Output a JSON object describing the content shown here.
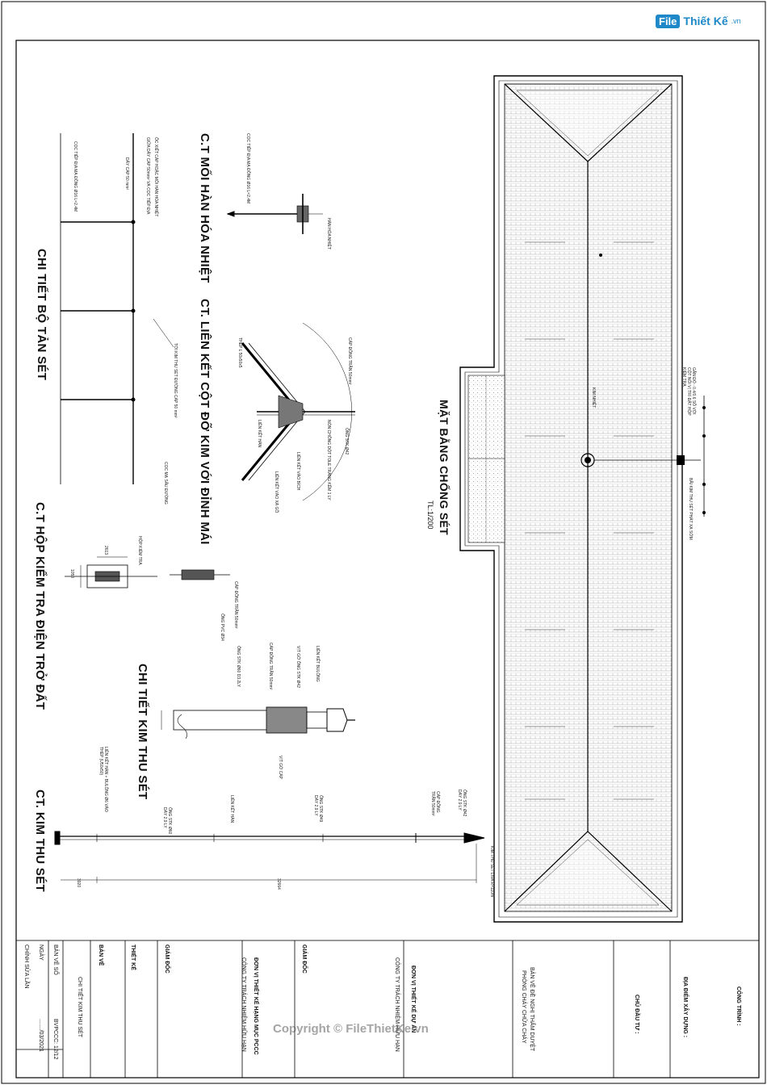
{
  "logo": {
    "brand": "File",
    "name": "Thiết Kế",
    "domain": ".vn"
  },
  "watermark": "Copyright © FileThietKe.vn",
  "plan": {
    "title": "MẶT BẰNG CHỐNG SÉT",
    "scale": "TL:1/200",
    "label_main_conductor": "KIM NHIỆT",
    "label_test_box": "GẮN ĐỔ - 0.4/0.6 SỐ VỚI CỘT NỐI VỊ TRÍ ĐẶT HỘP KIỂM TRA",
    "label_ground": "BÃI KIM THU SÉT PHÁT XẠ SỚM"
  },
  "details": {
    "needle": {
      "title": "CT. KIM THU SÉT",
      "labels": [
        "KIM THU SÉT LIVA R=110m",
        "ỐNG STK Ø42 DÀY 2.9 LY",
        "CÁP ĐỒNG TRẦN 50mm²",
        "ỐNG STK Ø49 DÀY 2.9 LY",
        "LIÊN KẾT HÀN",
        "ỐNG STK Ø60 DÀY 2.9 LY",
        "LIÊN KẾT HÀN + BULÔNG Ø6 VÀO THÉP (U50x50)"
      ],
      "dims": [
        "3920",
        "32664"
      ]
    },
    "needle_detail": {
      "title": "CHI TIẾT KIM THU SÉT",
      "labels": [
        "LIÊN KẾT BULÔNG",
        "VỊT GỜ ỐNG STK Ø42",
        "CÁP ĐỒNG TRẦN 50mm²",
        "ỐNG STK Ø60 D3.2LY",
        "VỊT GỜ CÁP"
      ]
    },
    "test_box": {
      "title": "C.T HỘP KIỂM TRA ĐIỆN TRỞ ĐẤT",
      "labels": [
        "CÁP ĐỒNG TRẦN 50mm²",
        "ỐNG PVC Ø34",
        "HỘP KIỂM TRA",
        "2613",
        "1050"
      ]
    },
    "roof_joint": {
      "title": "CT. LIÊN KẾT CỘT ĐỠ KIM VỚI ĐỈNH MÁI",
      "labels": [
        "CÁP ĐỒNG TRẦN 50mm²",
        "ỐNG STK Ø42",
        "NÓN CHỐNG DỘT TOLE TRÁNG KẼM 1 LY",
        "LIÊN KẾT VÀO BÍCH",
        "LIÊN KẾT VÀO XÀ GỒ",
        "LIÊN KẾT HÀN",
        "THÉP L 50x50x5"
      ]
    },
    "exothermic": {
      "title": "C.T MỐI HÀN HÓA NHIỆT",
      "labels": [
        "HÀN HÓA NHIỆT",
        "CỌC TIẾP ĐỊA MẠ ĐỒNG Ø16 L=2.4M"
      ]
    },
    "ground_grid": {
      "title": "CHI TIẾT BỘ TẢN SÉT",
      "labels": [
        "ỐC XIẾT CÁP HOẶC MỐI HÀN HÓA NHIỆT",
        "GIỮA DÂY CÁP 50mm² VÀ CỌC TIẾP ĐỊA",
        "DÂY CÁP 50 mm²",
        "CỌC TIẾP ĐỊA MẠ ĐỒNG Ø16 L=2.4M",
        "TỚI KIM THU SÉT ĐƯỜNG CÁP 50 mm²",
        "CỌC MẠ SÂU ĐƯỜNG"
      ]
    }
  },
  "title_block": {
    "cong_trinh": "CÔNG TRÌNH :",
    "dia_diem": "ĐỊA ĐIỂM XÂY DỰNG :",
    "chu_dau_tu": "CHỦ ĐẦU TƯ :",
    "purpose_1": "BẢN VẼ ĐỀ NGHỊ THẨM DUYỆT",
    "purpose_2": "PHÒNG CHÁY CHỮA CHÁY",
    "design_unit_label": "ĐƠN VỊ THIẾT KẾ DỰ ÁN",
    "design_unit_name": "CÔNG TY TRÁCH NHIỆM HỮU HẠN",
    "director_1": "GIÁM ĐỐC",
    "pccc_unit_label": "ĐƠN VỊ THIẾT KẾ HẠNG MỤC PCCC",
    "pccc_unit_name": "CÔNG TY TRÁCH NHIỆM HỮU HẠN",
    "director_2": "GIÁM ĐỐC",
    "designer": "THIẾT KẾ",
    "drawing_label": "BẢN VẼ",
    "drawing_name": "CHI TIẾT KIM THU SÉT",
    "sheet_no_label": "BẢN VẼ SỐ",
    "sheet_no": "BVPCCC: 12/12",
    "date_label": "NGÀY",
    "date": "......./03/2021",
    "revision_label": "CHỈNH SỬA LẦN"
  }
}
